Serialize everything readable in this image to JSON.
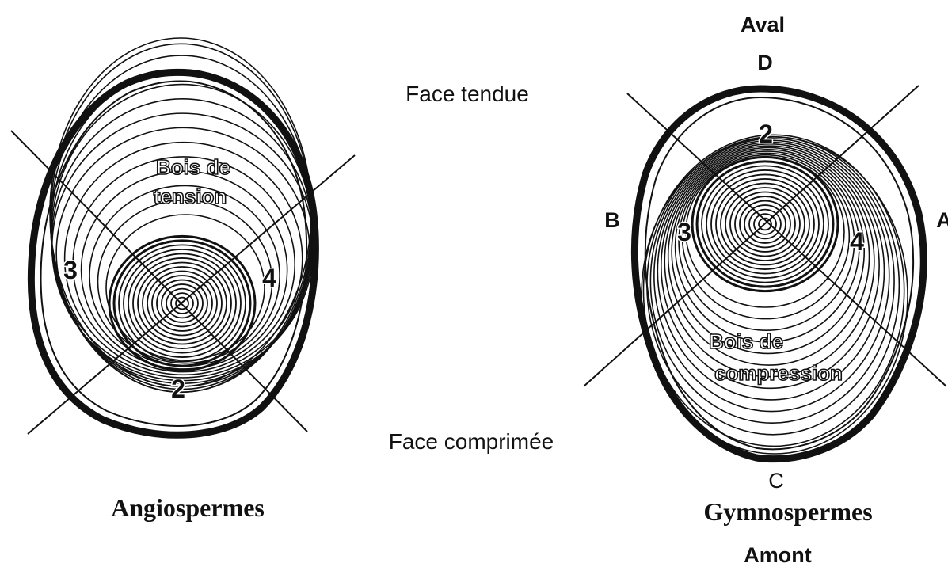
{
  "center": {
    "face_top": "Face tendue",
    "face_bottom": "Face comprimée"
  },
  "angiosperm": {
    "title": "Angiospermes",
    "wood_line1": "Bois de",
    "wood_line2": "tension",
    "num_2": "2",
    "num_3": "3",
    "num_4": "4"
  },
  "gymnosperm": {
    "title": "Gymnospermes",
    "top_label": "Aval",
    "bottom_label": "Amont",
    "letter_d": "D",
    "letter_c": "C",
    "letter_b": "B",
    "letter_a": "A",
    "wood_line1": "Bois de",
    "wood_line2": "compression",
    "num_2": "2",
    "num_3": "3",
    "num_4": "4"
  },
  "colors": {
    "ink": "#111111",
    "background": "#ffffff"
  }
}
